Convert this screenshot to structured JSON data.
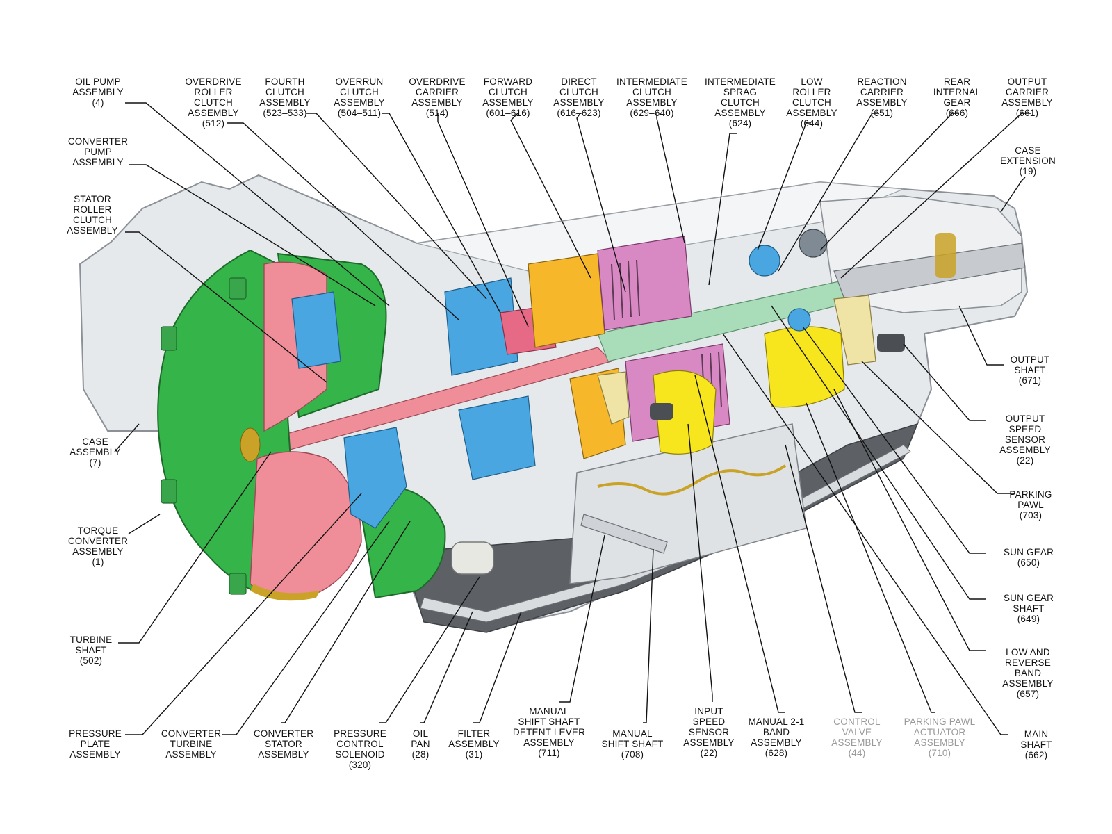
{
  "colors": {
    "green": "#35b44a",
    "pink": "#ef8d99",
    "blue": "#4aa6e0",
    "orange": "#f6b72b",
    "yellow": "#f7e51d",
    "magenta": "#d889c4",
    "mint": "#a9dcb9",
    "gray": "#dfe3e7",
    "tan": "#c9a227",
    "cream": "#efe3a6"
  },
  "labels": [
    {
      "id": "oil-pump-assembly",
      "lines": [
        "OIL PUMP",
        "ASSEMBLY",
        "(4)"
      ]
    },
    {
      "id": "overdrive-roller-clutch-assembly",
      "lines": [
        "OVERDRIVE",
        "ROLLER",
        "CLUTCH",
        "ASSEMBLY",
        "(512)"
      ]
    },
    {
      "id": "fourth-clutch-assembly",
      "lines": [
        "FOURTH",
        "CLUTCH",
        "ASSEMBLY",
        "(523–533)"
      ]
    },
    {
      "id": "overrun-clutch-assembly",
      "lines": [
        "OVERRUN",
        "CLUTCH",
        "ASSEMBLY",
        "(504–511)"
      ]
    },
    {
      "id": "overdrive-carrier-assembly",
      "lines": [
        "OVERDRIVE",
        "CARRIER",
        "ASSEMBLY",
        "(514)"
      ]
    },
    {
      "id": "forward-clutch-assembly",
      "lines": [
        "FORWARD",
        "CLUTCH",
        "ASSEMBLY",
        "(601–616)"
      ]
    },
    {
      "id": "direct-clutch-assembly",
      "lines": [
        "DIRECT",
        "CLUTCH",
        "ASSEMBLY",
        "(616–623)"
      ]
    },
    {
      "id": "intermediate-clutch-assembly",
      "lines": [
        "INTERMEDIATE",
        "CLUTCH",
        "ASSEMBLY",
        "(629–640)"
      ]
    },
    {
      "id": "intermediate-sprag-clutch-assembly",
      "lines": [
        "INTERMEDIATE",
        "SPRAG",
        "CLUTCH",
        "ASSEMBLY",
        "(624)"
      ]
    },
    {
      "id": "low-roller-clutch-assembly",
      "lines": [
        "LOW",
        "ROLLER",
        "CLUTCH",
        "ASSEMBLY",
        "(644)"
      ]
    },
    {
      "id": "reaction-carrier-assembly",
      "lines": [
        "REACTION",
        "CARRIER",
        "ASSEMBLY",
        "(651)"
      ]
    },
    {
      "id": "rear-internal-gear",
      "lines": [
        "REAR",
        "INTERNAL",
        "GEAR",
        "(666)"
      ]
    },
    {
      "id": "output-carrier-assembly",
      "lines": [
        "OUTPUT",
        "CARRIER",
        "ASSEMBLY",
        "(661)"
      ]
    },
    {
      "id": "converter-pump-assembly",
      "lines": [
        "CONVERTER",
        "PUMP",
        "ASSEMBLY"
      ]
    },
    {
      "id": "stator-roller-clutch-assembly",
      "lines": [
        "STATOR",
        "ROLLER",
        "CLUTCH",
        "ASSEMBLY"
      ]
    },
    {
      "id": "case-assembly",
      "lines": [
        "CASE",
        "ASSEMBLY",
        "(7)"
      ]
    },
    {
      "id": "torque-converter-assembly",
      "lines": [
        "TORQUE",
        "CONVERTER",
        "ASSEMBLY",
        "(1)"
      ]
    },
    {
      "id": "turbine-shaft",
      "lines": [
        "TURBINE",
        "SHAFT",
        "(502)"
      ]
    },
    {
      "id": "case-extension",
      "lines": [
        "CASE",
        "EXTENSION",
        "(19)"
      ]
    },
    {
      "id": "output-shaft",
      "lines": [
        "OUTPUT",
        "SHAFT",
        "(671)"
      ]
    },
    {
      "id": "output-speed-sensor-assembly",
      "lines": [
        "OUTPUT",
        "SPEED",
        "SENSOR",
        "ASSEMBLY",
        "(22)"
      ]
    },
    {
      "id": "parking-pawl",
      "lines": [
        "PARKING",
        "PAWL",
        "(703)"
      ]
    },
    {
      "id": "sun-gear",
      "lines": [
        "SUN GEAR",
        "(650)"
      ]
    },
    {
      "id": "sun-gear-shaft",
      "lines": [
        "SUN GEAR",
        "SHAFT",
        "(649)"
      ]
    },
    {
      "id": "low-and-reverse-band-assembly",
      "lines": [
        "LOW AND",
        "REVERSE",
        "BAND",
        "ASSEMBLY",
        "(657)"
      ]
    },
    {
      "id": "main-shaft",
      "lines": [
        "MAIN",
        "SHAFT",
        "(662)"
      ]
    },
    {
      "id": "pressure-plate-assembly",
      "lines": [
        "PRESSURE",
        "PLATE",
        "ASSEMBLY"
      ]
    },
    {
      "id": "converter-turbine-assembly",
      "lines": [
        "CONVERTER",
        "TURBINE",
        "ASSEMBLY"
      ]
    },
    {
      "id": "converter-stator-assembly",
      "lines": [
        "CONVERTER",
        "STATOR",
        "ASSEMBLY"
      ]
    },
    {
      "id": "pressure-control-solenoid",
      "lines": [
        "PRESSURE",
        "CONTROL",
        "SOLENOID",
        "(320)"
      ]
    },
    {
      "id": "oil-pan",
      "lines": [
        "OIL",
        "PAN",
        "(28)"
      ]
    },
    {
      "id": "filter-assembly",
      "lines": [
        "FILTER",
        "ASSEMBLY",
        "(31)"
      ]
    },
    {
      "id": "manual-shift-shaft-detent-lever-assembly",
      "lines": [
        "MANUAL",
        "SHIFT SHAFT",
        "DETENT LEVER",
        "ASSEMBLY",
        "(711)"
      ]
    },
    {
      "id": "manual-shift-shaft",
      "lines": [
        "MANUAL",
        "SHIFT SHAFT",
        "(708)"
      ]
    },
    {
      "id": "input-speed-sensor-assembly",
      "lines": [
        "INPUT",
        "SPEED",
        "SENSOR",
        "ASSEMBLY",
        "(22)"
      ]
    },
    {
      "id": "manual-2-1-band-assembly",
      "lines": [
        "MANUAL 2-1",
        "BAND",
        "ASSEMBLY",
        "(628)"
      ]
    },
    {
      "id": "control-valve-assembly",
      "lines": [
        "CONTROL",
        "VALVE",
        "ASSEMBLY",
        "(44)"
      ]
    },
    {
      "id": "parking-pawl-actuator-assembly",
      "lines": [
        "PARKING PAWL",
        "ACTUATOR",
        "ASSEMBLY",
        "(710)"
      ]
    }
  ]
}
